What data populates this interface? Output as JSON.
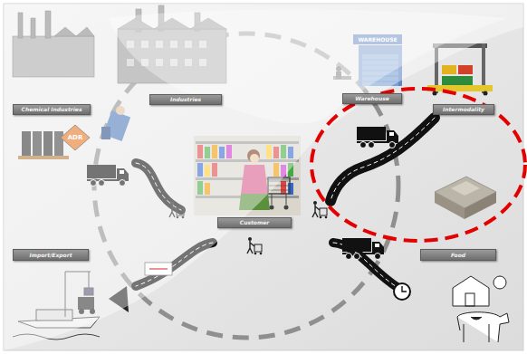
{
  "diagram": {
    "nodes": [
      {
        "text": [
          "Industries"
        ]
      },
      {
        "text": [
          "Warehouse"
        ]
      },
      {
        "text": [
          "Chemical Industries"
        ]
      },
      {
        "text": [
          "Intermodality"
        ]
      },
      {
        "text": [
          "Customer"
        ]
      },
      {
        "text": [
          "Import/Export"
        ]
      },
      {
        "text": [
          "Food"
        ]
      }
    ],
    "labels": [
      "ADR",
      "WAREHOUSE"
    ]
  }
}
